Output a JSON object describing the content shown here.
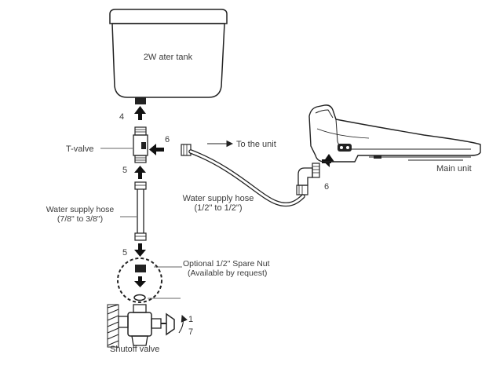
{
  "labels": {
    "water_tank": "2W ater tank",
    "t_valve": "T-valve",
    "to_the_unit": "To the unit",
    "main_unit": "Main unit",
    "supply_hose_unit_line1": "Water supply hose",
    "supply_hose_unit_line2": "(1/2\" to 1/2\")",
    "supply_hose_left_line1": "Water supply hose",
    "supply_hose_left_line2": "(7/8\" to 3/8\")",
    "spare_nut_line1": "Optional 1/2\" Spare Nut",
    "spare_nut_line2": "(Available by request)",
    "shutoff_valve": "Shutoff valve"
  },
  "steps": {
    "tank": "4",
    "t_valve_side": "6",
    "below_t_valve": "5",
    "below_hose": "5",
    "unit_connector": "6",
    "valve_open": "1",
    "valve_close": "7"
  }
}
